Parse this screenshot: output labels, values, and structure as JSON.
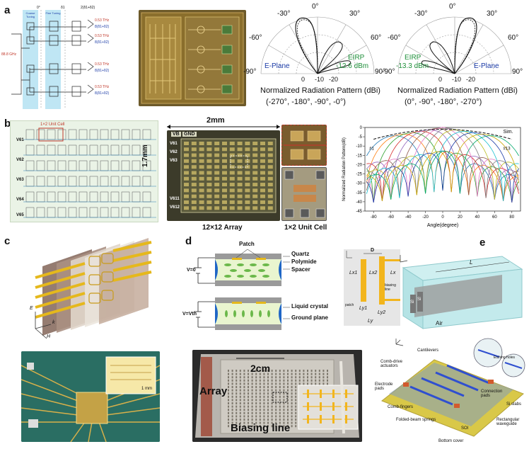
{
  "panels": {
    "a": {
      "label": "a",
      "schematic": {
        "source_freq": "88.8 GHz",
        "col_coarse": "Coarse Tuning",
        "col_fine": "Fine Tuning",
        "phase_top": [
          "0°",
          "δ1",
          "2(δ1+δ2)"
        ],
        "out_freq": "0.53 THz",
        "outputs": [
          "8(δ1+δ2)",
          "8(δ1+δ2)",
          "8(δ1+δ2)",
          "8(δ1+δ2)"
        ]
      },
      "polar_left": {
        "angles": [
          "-30°",
          "0°",
          "30°",
          "-60°",
          "60°",
          "-90°",
          "90°"
        ],
        "radial": [
          "0",
          "-10",
          "-20"
        ],
        "plane": "E-Plane",
        "eirp_label": "EIRP",
        "eirp_value": "-12.6 dBm",
        "caption": "Normalized Radiation Pattern (dBi)",
        "subcaption": "(-270°, -180°, -90°, -0°)"
      },
      "polar_right": {
        "angles": [
          "-30°",
          "0°",
          "30°",
          "-60°",
          "60°",
          "-90°",
          "90°"
        ],
        "radial": [
          "0",
          "-10",
          "-20"
        ],
        "plane": "E-Plane",
        "eirp_label": "EIRP",
        "eirp_value": "-13.3 dBm",
        "caption": "Normalized Radiation Pattern (dBi)",
        "subcaption": "(0°, -90°, -180°, -270°)"
      }
    },
    "b": {
      "label": "b",
      "unit_cell_tag": "1×2 Unit Cell",
      "row_labels": [
        "V61",
        "V62",
        "V63",
        "V64",
        "V65"
      ],
      "chip_width": "2mm",
      "chip_height": "1.7mm",
      "chip_tags": [
        "VB",
        "GND"
      ],
      "chip_rows": [
        "V61",
        "V62",
        "V63",
        "V611",
        "V612"
      ],
      "array_caption": "12×12 Array",
      "cell_caption": "1×2 Unit Cell",
      "plot": {
        "ylabel": "Normalized Radiation Pattern(dB)",
        "xlabel": "Angle(degree)",
        "xticks": [
          "-80",
          "-60",
          "-40",
          "-20",
          "0",
          "20",
          "40",
          "60",
          "80"
        ],
        "yticks": [
          "0",
          "-5",
          "-10",
          "-15",
          "-20",
          "-25",
          "-30",
          "-35",
          "-40",
          "-45"
        ],
        "sim_label": "Sim.",
        "first_beam": "#1",
        "last_beam": "#13"
      }
    },
    "c": {
      "label": "c",
      "axis_e": "E",
      "axis_k": "k",
      "axis_h": "H",
      "scale": "1 mm"
    },
    "d": {
      "label": "d",
      "layers": [
        "Patch",
        "Quartz",
        "Polymide",
        "Spacer",
        "Liquid crystal",
        "Ground plane"
      ],
      "v0": "V=0",
      "vth": "V=Vth",
      "dims": {
        "D": "D",
        "lx1": "Lx1",
        "lx2": "Lx2",
        "lx": "Lx",
        "ly1": "Ly1",
        "ly2": "Ly2",
        "ly": "Ly",
        "patch": "patch",
        "bias": "biasing line"
      },
      "photo_scale": "2cm",
      "photo_array": "Array",
      "photo_bias": "Biasing line"
    },
    "e": {
      "label": "e",
      "waveguide": {
        "L": "L",
        "si": "Si",
        "air": "Air"
      },
      "mems_labels": [
        "Cantilevers",
        "Etching holes",
        "Comb-drive actuators",
        "Electrode pads",
        "Comb-fingers",
        "Folded-beam springs",
        "Connection pads",
        "Si slabs",
        "Rectangular waveguide",
        "SOI",
        "Bottom cover"
      ]
    }
  },
  "colors": {
    "chip_gold": "#b28a3c",
    "eplane_blue": "#1a3aa6",
    "eirp_green": "#1f8f3a",
    "schematic_cyan": "#bfe6f4",
    "patch_yellow": "#f2b51d"
  }
}
